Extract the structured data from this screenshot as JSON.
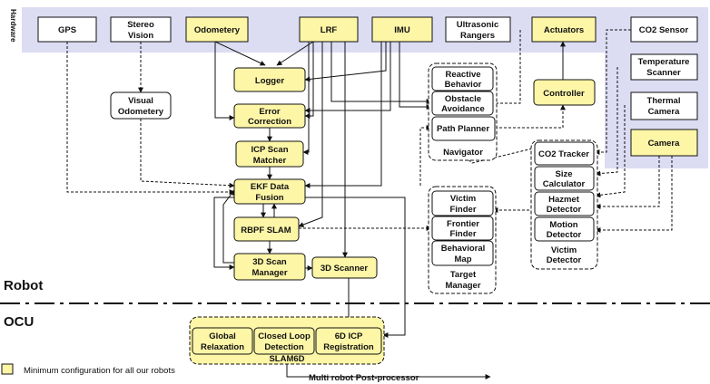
{
  "sections": {
    "hardware": "Hardware",
    "robot": "Robot",
    "ocu": "OCU"
  },
  "hardware_items": {
    "gps": "GPS",
    "stereo_vision": [
      "Stereo",
      "Vision"
    ],
    "odometery": "Odometery",
    "lrf": "LRF",
    "imu": "IMU",
    "ultrasonic_rangers": [
      "Ultrasonic",
      "Rangers"
    ],
    "actuators": "Actuators",
    "co2_sensor": "CO2 Sensor",
    "temperature_scanner": [
      "Temperature",
      "Scanner"
    ],
    "thermal_camera": [
      "Thermal",
      "Camera"
    ],
    "camera": "Camera"
  },
  "modules": {
    "logger": "Logger",
    "visual_odometery": [
      "Visual",
      "Odometery"
    ],
    "error_correction": [
      "Error",
      "Correction"
    ],
    "icp_scan_matcher": [
      "ICP Scan",
      "Matcher"
    ],
    "ekf_data_fusion": [
      "EKF Data",
      "Fusion"
    ],
    "rbpf_slam": "RBPF SLAM",
    "scan_manager_3d": [
      "3D Scan",
      "Manager"
    ],
    "scanner_3d": "3D Scanner",
    "controller": "Controller"
  },
  "navigator": {
    "reactive_behavior": [
      "Reactive",
      "Behavior"
    ],
    "obstacle_avoidance": [
      "Obstacle",
      "Avoidance"
    ],
    "path_planner": "Path Planner",
    "group_label": "Navigator"
  },
  "detectors": {
    "co2_tracker": "CO2 Tracker",
    "size_calculator": [
      "Size",
      "Calculator"
    ],
    "hazmet_detector": [
      "Hazmet",
      "Detector"
    ],
    "motion_detector": [
      "Motion",
      "Detector"
    ],
    "victim_detector": [
      "Victim",
      "Detector"
    ]
  },
  "mapping": {
    "victim_finder": [
      "Victim",
      "Finder"
    ],
    "frontier_finder": [
      "Frontier",
      "Finder"
    ],
    "behavioral_map": [
      "Behavioral",
      "Map"
    ],
    "target_manager": [
      "Target",
      "Manager"
    ]
  },
  "slam6d": {
    "global_relaxation": [
      "Global",
      "Relaxation"
    ],
    "closed_loop_detection": [
      "Closed Loop",
      "Detection"
    ],
    "icp_registration_6d": [
      "6D ICP",
      "Registration"
    ],
    "group_label": "SLAM6D"
  },
  "multi_robot": "Multi robot Post-processor",
  "legend": {
    "text": "Minimum  configuration for all our robots",
    "color": "#fdf6a7"
  },
  "colors": {
    "hardware_band": "#dcdcf3",
    "highlight": "#fdf6a7",
    "plain": "#ffffff",
    "stroke": "#111111"
  }
}
